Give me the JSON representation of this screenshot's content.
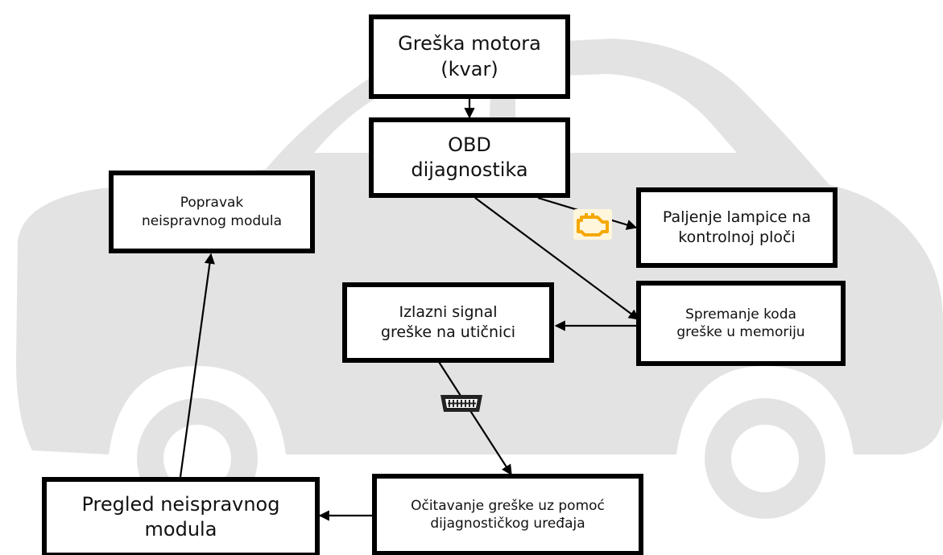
{
  "colors": {
    "car_body": "#e3e3e3",
    "car_windows": "#ffffff",
    "box_border": "#000000",
    "arrow": "#000000",
    "engine_light": "#f5a800"
  },
  "nodes": {
    "fault": {
      "line1": "Greška motora",
      "line2": "(kvar)"
    },
    "obd": {
      "line1": "OBD",
      "line2": "dijagnostika"
    },
    "lamp": {
      "line1": "Paljenje lampice na",
      "line2": "kontrolnoj ploči"
    },
    "store": {
      "line1": "Spremanje koda",
      "line2": "greške u memoriju"
    },
    "signal": {
      "line1": "Izlazni signal",
      "line2": "greške na utičnici"
    },
    "read": {
      "line1": "Očitavanje greške uz pomoć",
      "line2": "dijagnostičkog uređaja"
    },
    "inspect": {
      "line1": "Pregled neispravnog",
      "line2": "modula"
    },
    "repair": {
      "line1": "Popravak",
      "line2": "neispravnog modula"
    }
  },
  "icons": {
    "engine_light": "check-engine-icon",
    "connector": "obd-connector-icon",
    "background": "car-silhouette"
  }
}
